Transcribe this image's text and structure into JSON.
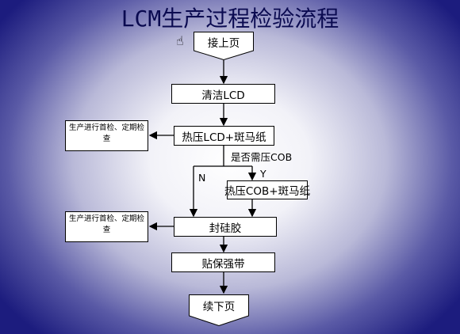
{
  "title": "LCM生产过程检验流程",
  "connectors": {
    "start": "接上页",
    "end": "续下页"
  },
  "steps": {
    "clean": "清洁LCD",
    "hot_press_lcd": "热压LCD+斑马纸",
    "hot_press_cob": "热压COB+斑马纸",
    "seal": "封硅胶",
    "tape": "贴保强带"
  },
  "decision": {
    "question": "是否需压COB",
    "yes": "Y",
    "no": "N"
  },
  "notes": {
    "first_check_1": "生产进行首检、定期检查",
    "first_check_2": "生产进行首检、定期检查"
  }
}
